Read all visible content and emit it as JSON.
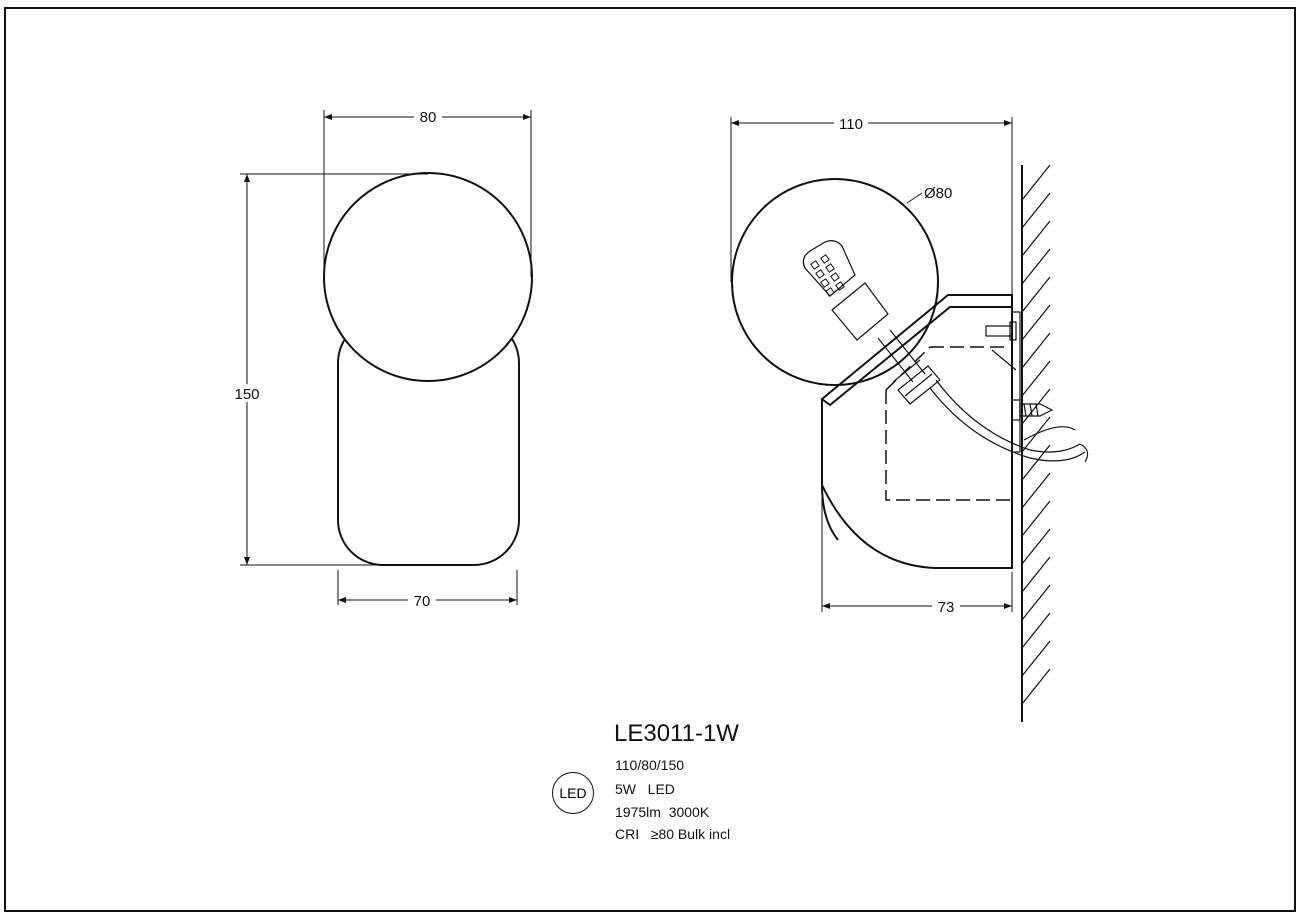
{
  "drawing": {
    "front_view": {
      "width_top": "80",
      "height": "150",
      "width_bottom": "70"
    },
    "side_view": {
      "depth": "110",
      "globe_diameter": "Ø80",
      "base_depth": "73"
    }
  },
  "product": {
    "model": "LE3011-1W",
    "led_badge": "LED",
    "specs": [
      "110/80/150",
      "5W   LED",
      "1975lm  3000K",
      "CRI   ≥80 Bulk incl"
    ]
  }
}
